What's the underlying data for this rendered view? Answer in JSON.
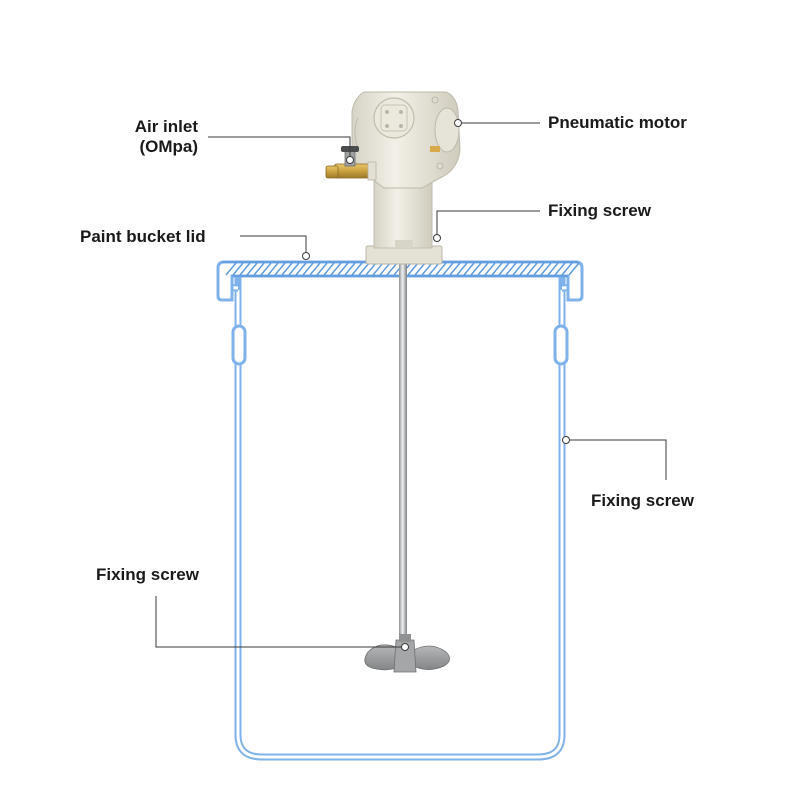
{
  "labels": {
    "air_inlet_line1": "Air inlet",
    "air_inlet_line2": "(OMpa)",
    "pneumatic_motor": "Pneumatic motor",
    "fixing_screw_top": "Fixing screw",
    "paint_bucket_lid": "Paint bucket lid",
    "fixing_screw_right": "Fixing screw",
    "fixing_screw_bottom": "Fixing screw"
  },
  "colors": {
    "bucket_outline": "#7fb2ea",
    "bucket_hatch": "#5b98dc",
    "motor_body": "#e9e7dc",
    "brass_fitting": "#c9a040",
    "shaft": "#b9bcc0",
    "impeller": "#9a9c9e",
    "label_text": "#1a1a1a"
  }
}
